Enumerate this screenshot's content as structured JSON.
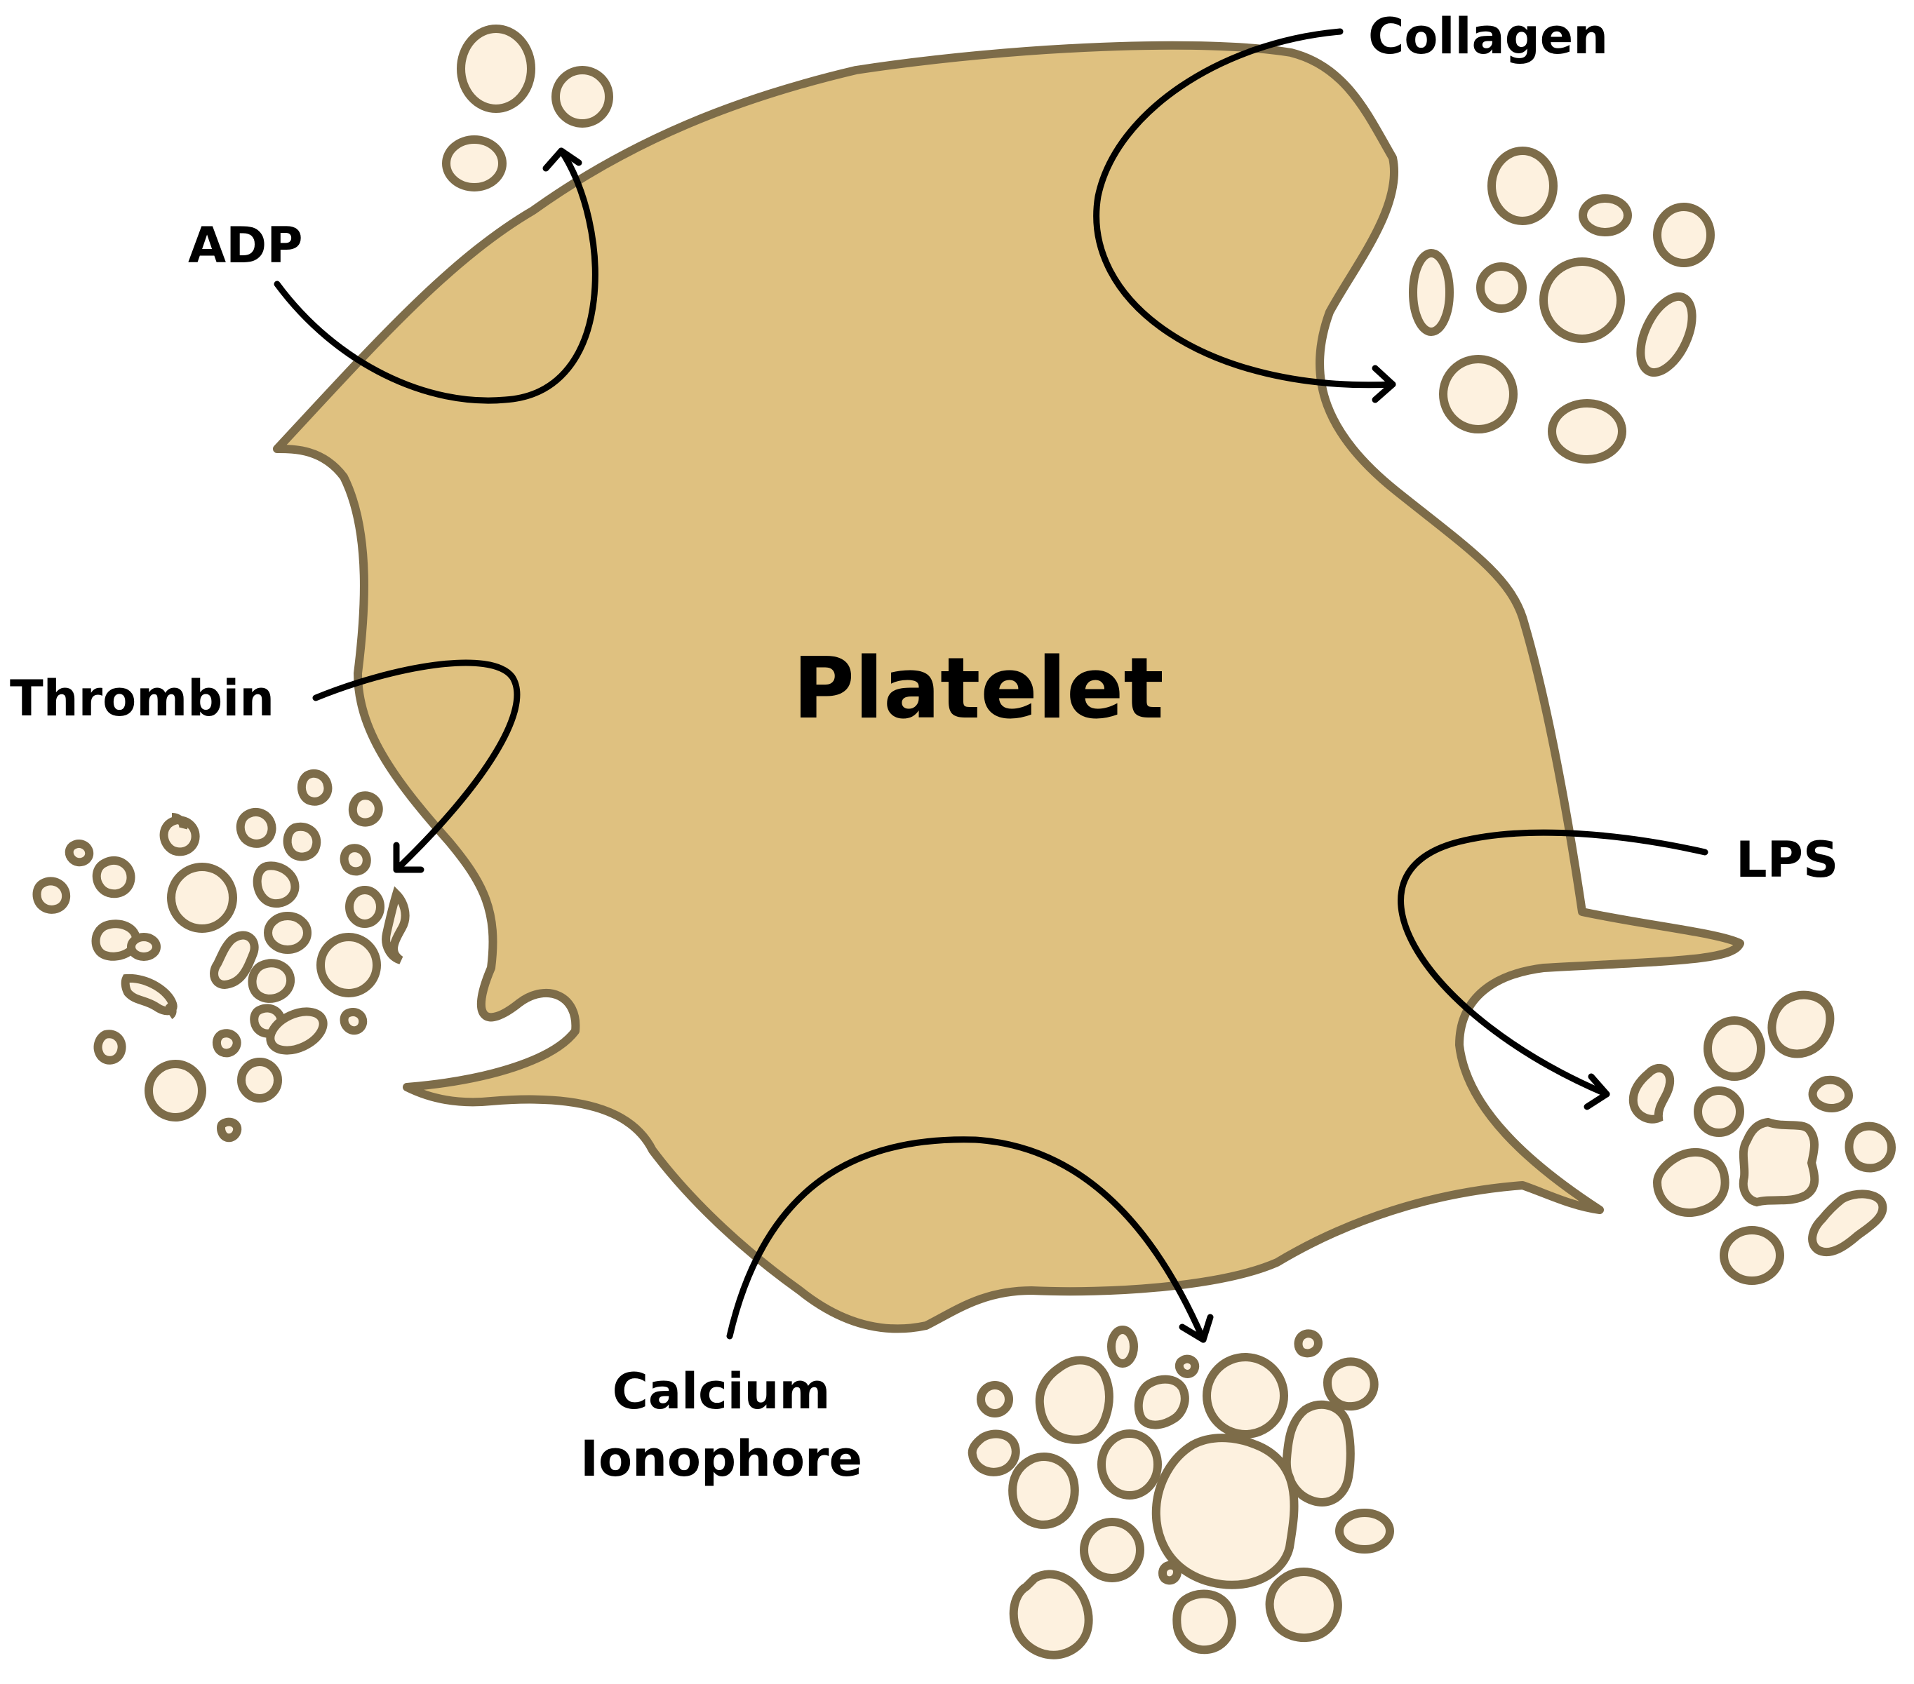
{
  "cell_label": "Platelet",
  "agonists": {
    "adp": "ADP",
    "collagen": "Collagen",
    "thrombin": "Thrombin",
    "lps": "LPS",
    "calcium_line1": "Calcium",
    "calcium_line2": "Ionophore"
  },
  "colors": {
    "cell_fill": "#DFC180",
    "cell_stroke": "#7D6C49",
    "vesicle_fill": "#FDF1DF",
    "vesicle_stroke": "#7D6C49",
    "arrow": "#000000",
    "text": "#000000"
  }
}
